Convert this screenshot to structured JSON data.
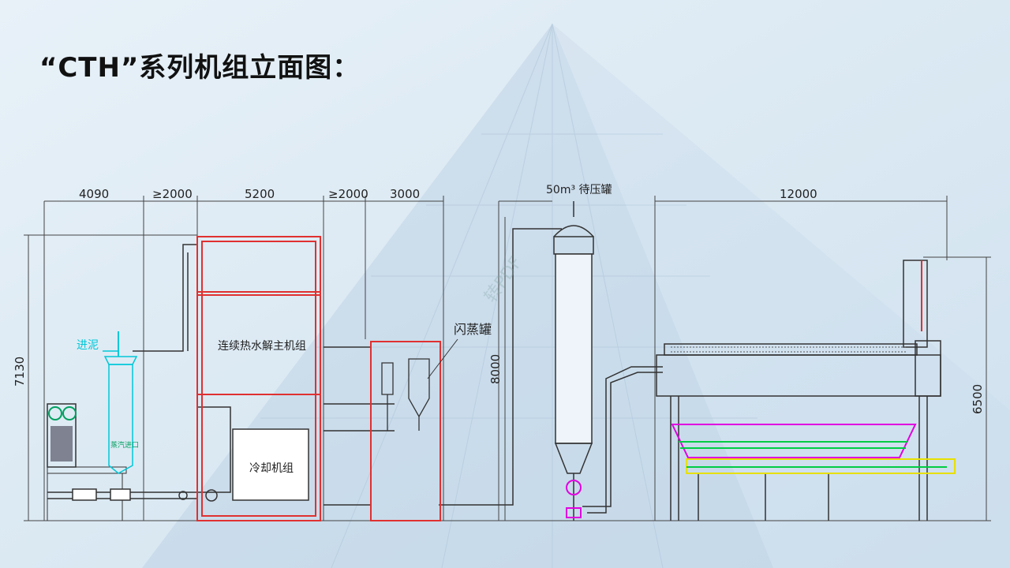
{
  "slide": {
    "title": "“CTH”系列机组立面图："
  },
  "dimensions": {
    "d1": "4090",
    "d2": "≥2000",
    "d3": "5200",
    "d4": "≥2000",
    "d5": "3000",
    "d6": "12000",
    "height_left": "7130",
    "height_tank": "8000",
    "height_right": "6500"
  },
  "labels": {
    "pressure_tank": "50m³ 待压罐",
    "flash_tank": "闪蒸罐",
    "main_unit": "连续热水解主机组",
    "cooling_unit": "冷却机组",
    "sludge_inlet": "进泥",
    "steam_inlet": "蒸汽进口"
  },
  "watermark": "转PDF",
  "colors": {
    "frame_red": "#e03030",
    "dim_line": "#444444",
    "cyan": "#00c8d8",
    "green": "#00cc44",
    "magenta": "#e000e0",
    "yellow": "#e8e000"
  }
}
